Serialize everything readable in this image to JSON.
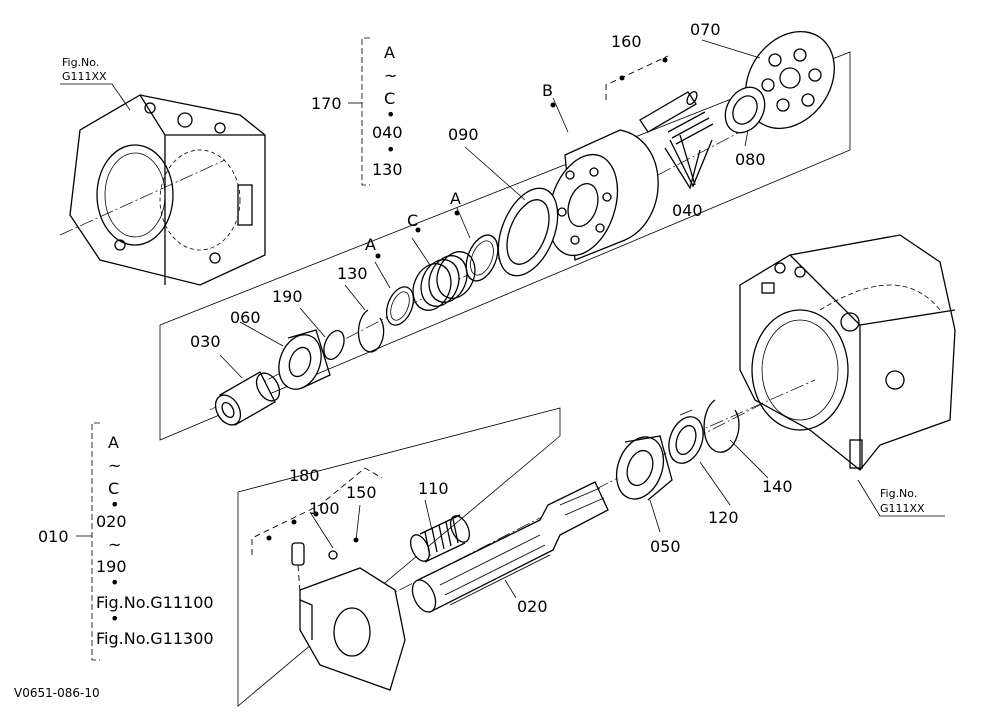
{
  "figure_code": "V0651-086-10",
  "fig_ref_label": "Fig.No.",
  "fig_ref_code": "G111XX",
  "group_170": {
    "number": "170",
    "lines": [
      "A",
      "~",
      "C",
      "•",
      "040",
      "•",
      "130"
    ]
  },
  "group_010": {
    "number": "010",
    "lines": [
      "A",
      "~",
      "C",
      "•",
      "020",
      "~",
      "190",
      "•",
      "Fig.No.G11100",
      "•",
      "Fig.No.G11300"
    ]
  },
  "callouts": {
    "p160": "160",
    "p070": "070",
    "pB": "B",
    "p090": "090",
    "p080": "080",
    "p040": "040",
    "pA1": "A",
    "pC": "C",
    "pA2": "A",
    "p130": "130",
    "p190": "190",
    "p060": "060",
    "p030": "030",
    "p180": "180",
    "p150": "150",
    "p100": "100",
    "p110": "110",
    "p020": "020",
    "p050": "050",
    "p120": "120",
    "p140": "140"
  }
}
